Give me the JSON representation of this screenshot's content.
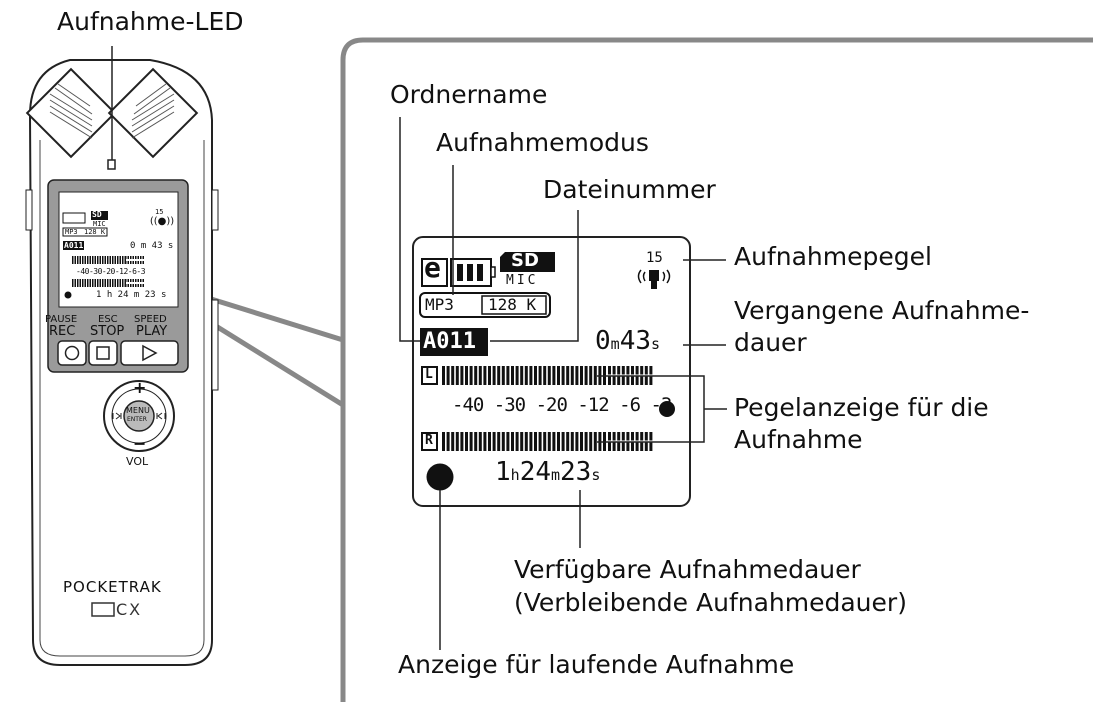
{
  "callouts": {
    "led": "Aufnahme-LED",
    "folder": "Ordnername",
    "mode": "Aufnahmemodus",
    "file_number": "Dateinummer",
    "level_indicator": "Aufnahmepegel",
    "elapsed_1": "Vergangene Aufnahme-",
    "elapsed_2": "dauer",
    "meter_1": "Pegelanzeige für die",
    "meter_2": "Aufnahme",
    "remaining_1": "Verfügbare Aufnahmedauer",
    "remaining_2": "(Verbleibende Aufnahmedauer)",
    "recording": "Anzeige für laufende Aufnahme"
  },
  "display": {
    "sd": "SD",
    "mic": "MIC",
    "format": "MP3",
    "bitrate": "128 K",
    "folder": "A011",
    "level": "15",
    "elapsed_min": "0",
    "elapsed_m_unit": "m",
    "elapsed_sec": "43",
    "elapsed_s_unit": "s",
    "remain_h": "1",
    "remain_h_unit": "h",
    "remain_m": "24",
    "remain_m_unit": "m",
    "remain_s": "23",
    "remain_s_unit": "s",
    "scale": [
      "-40",
      "-30",
      "-20",
      "-12",
      "-6",
      "-3"
    ],
    "channel_left": "L",
    "channel_right": "R"
  },
  "device": {
    "pause": "PAUSE",
    "rec": "REC",
    "esc": "ESC",
    "stop": "STOP",
    "speed": "SPEED",
    "play": "PLAY",
    "menu": "MENU",
    "enter": "ENTER",
    "vol": "VOL",
    "plus": "+",
    "minus": "−",
    "brand": "POCKETRAK",
    "model": "CX",
    "mini_folder": "A011",
    "mini_format": "MP3",
    "mini_bitrate": "128 K",
    "mini_elapsed": "0 m 43 s",
    "mini_remaining": "1 h 24 m 23 s",
    "mini_scale": "-40-30-20-12-6-3"
  }
}
